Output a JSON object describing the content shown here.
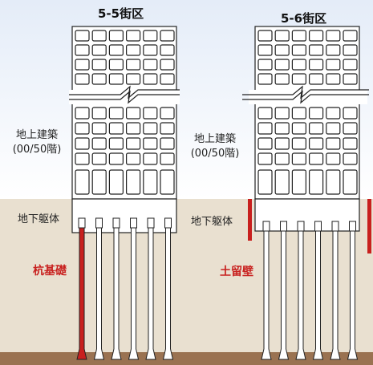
{
  "buildings": {
    "left": {
      "title": "5-5街区",
      "above_ground_label": "地上建築",
      "floors_label": "(00/50階)",
      "basement_label": "地下躯体",
      "foundation_label": "杭基礎"
    },
    "right": {
      "title": "5-6街区",
      "above_ground_label": "地上建築",
      "floors_label": "(00/50階)",
      "basement_label": "地下躯体",
      "retaining_wall_label": "土留壁"
    }
  },
  "colors": {
    "ground": "#e9e0d0",
    "ground_bottom": "#9a7251",
    "highlight_red": "#c8201e",
    "sky_top": "#eef3fb"
  },
  "icons": [
    "break-line-symbol"
  ]
}
